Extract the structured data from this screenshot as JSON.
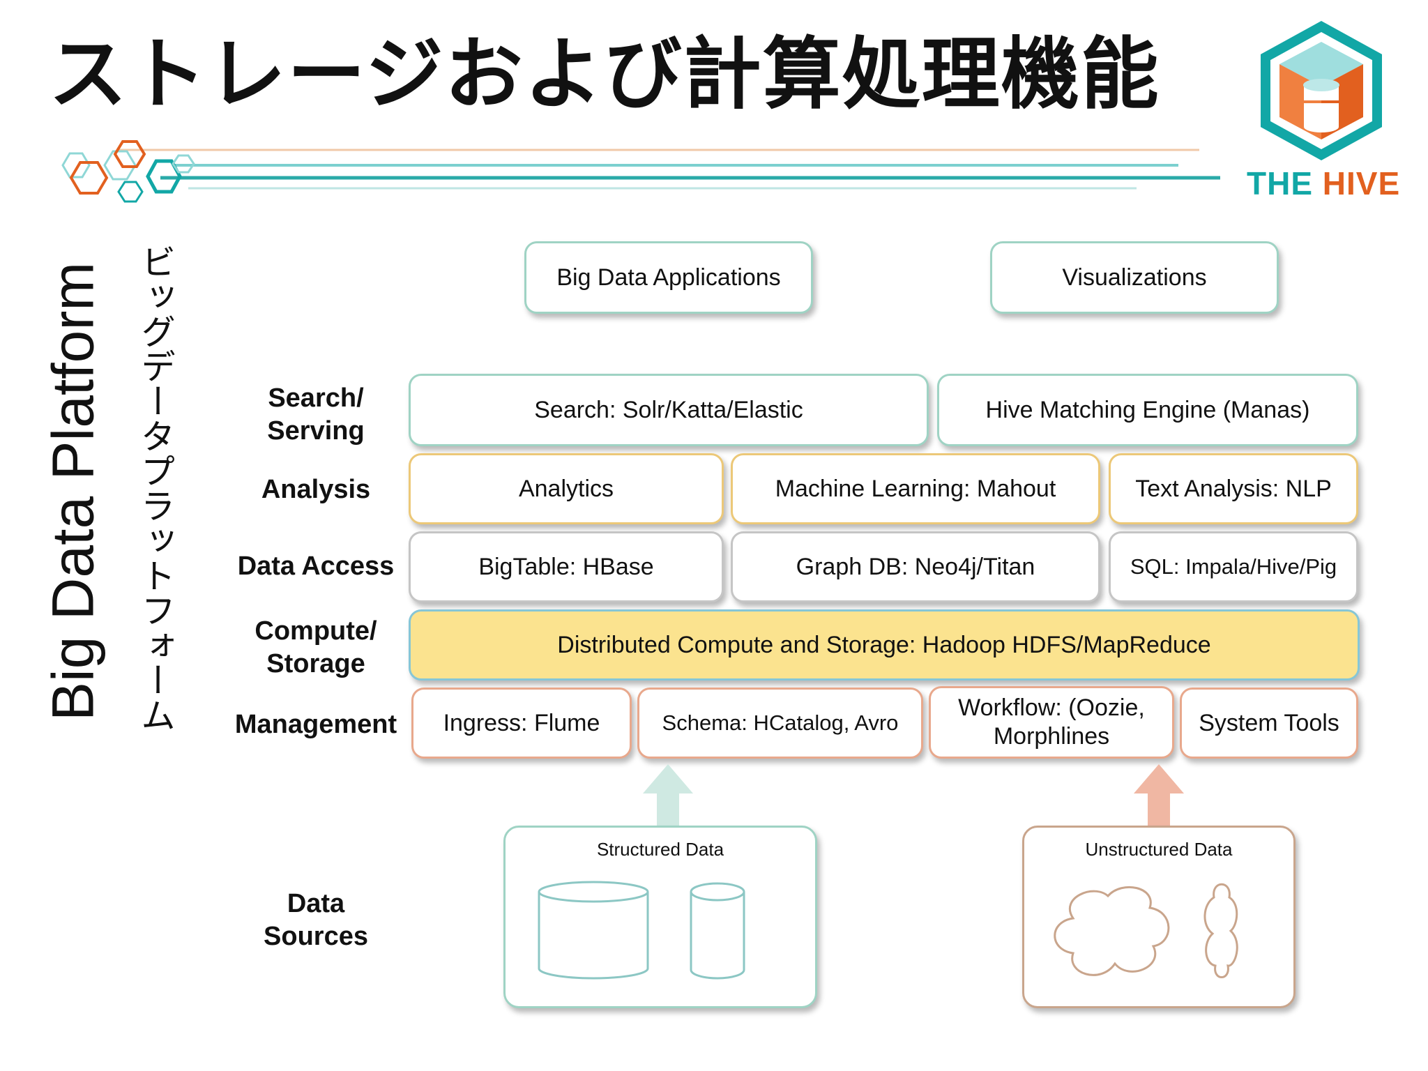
{
  "title": "ストレージおよび計算処理機能",
  "logo": {
    "text_the": "THE",
    "text_hive": "HIVE",
    "teal": "#12a7a6",
    "orange": "#e2601f"
  },
  "side": {
    "english": "Big Data Platform",
    "japanese": "ビッグデータプラットフォーム"
  },
  "top_boxes": [
    "Big Data Applications",
    "Visualizations"
  ],
  "layers": [
    {
      "label": "Search/\nServing",
      "boxes": [
        "Search: Solr/Katta/Elastic",
        "Hive Matching Engine (Manas)"
      ]
    },
    {
      "label": "Analysis",
      "boxes": [
        "Analytics",
        "Machine Learning: Mahout",
        "Text Analysis: NLP"
      ]
    },
    {
      "label": "Data Access",
      "boxes": [
        "BigTable: HBase",
        "Graph DB: Neo4j/Titan",
        "SQL: Impala/Hive/Pig"
      ]
    },
    {
      "label": "Compute/\nStorage",
      "boxes": [
        "Distributed Compute and Storage: Hadoop HDFS/MapReduce"
      ]
    },
    {
      "label": "Management",
      "boxes": [
        "Ingress: Flume",
        "Schema: HCatalog, Avro",
        "Workflow: (Oozie,\nMorphlines",
        "System Tools"
      ]
    },
    {
      "label": "Data\nSources"
    }
  ],
  "sources": {
    "structured": "Structured Data",
    "unstructured": "Unstructured Data"
  },
  "colors": {
    "teal_border": "#9fd3c4",
    "gold_border": "#ecc878",
    "orange_border": "#e8a88c",
    "compute_fill": "#fbe38f",
    "arrow_teal": "#cfe9e2",
    "arrow_orange": "#f0b7a3"
  }
}
